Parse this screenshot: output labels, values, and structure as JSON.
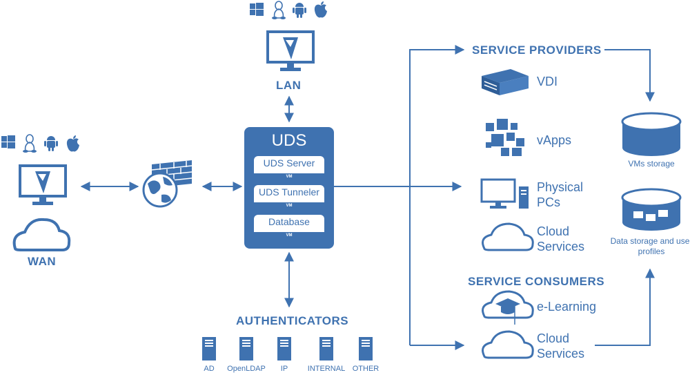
{
  "lan": {
    "label": "LAN"
  },
  "wan": {
    "label": "WAN"
  },
  "uds": {
    "title": "UDS",
    "components": [
      {
        "name": "UDS Server",
        "tag": "VM"
      },
      {
        "name": "UDS Tunneler",
        "tag": "VM"
      },
      {
        "name": "Database",
        "tag": "VM"
      }
    ]
  },
  "authenticators": {
    "title": "AUTHENTICATORS",
    "items": [
      "AD",
      "OpenLDAP",
      "IP",
      "INTERNAL",
      "OTHER"
    ]
  },
  "service_providers": {
    "title": "SERVICE PROVIDERS",
    "items": [
      "VDI",
      "vApps",
      "Physical PCs",
      "Cloud Services"
    ]
  },
  "service_consumers": {
    "title": "SERVICE CONSUMERS",
    "items": [
      "e-Learning",
      "Cloud Services"
    ]
  },
  "storage": {
    "vms": "VMs storage",
    "data": "Data storage and user profiles"
  },
  "os_icons": [
    "windows-icon",
    "linux-icon",
    "android-icon",
    "apple-icon"
  ],
  "colors": {
    "accent": "#3f72b0",
    "background": "#ffffff"
  }
}
